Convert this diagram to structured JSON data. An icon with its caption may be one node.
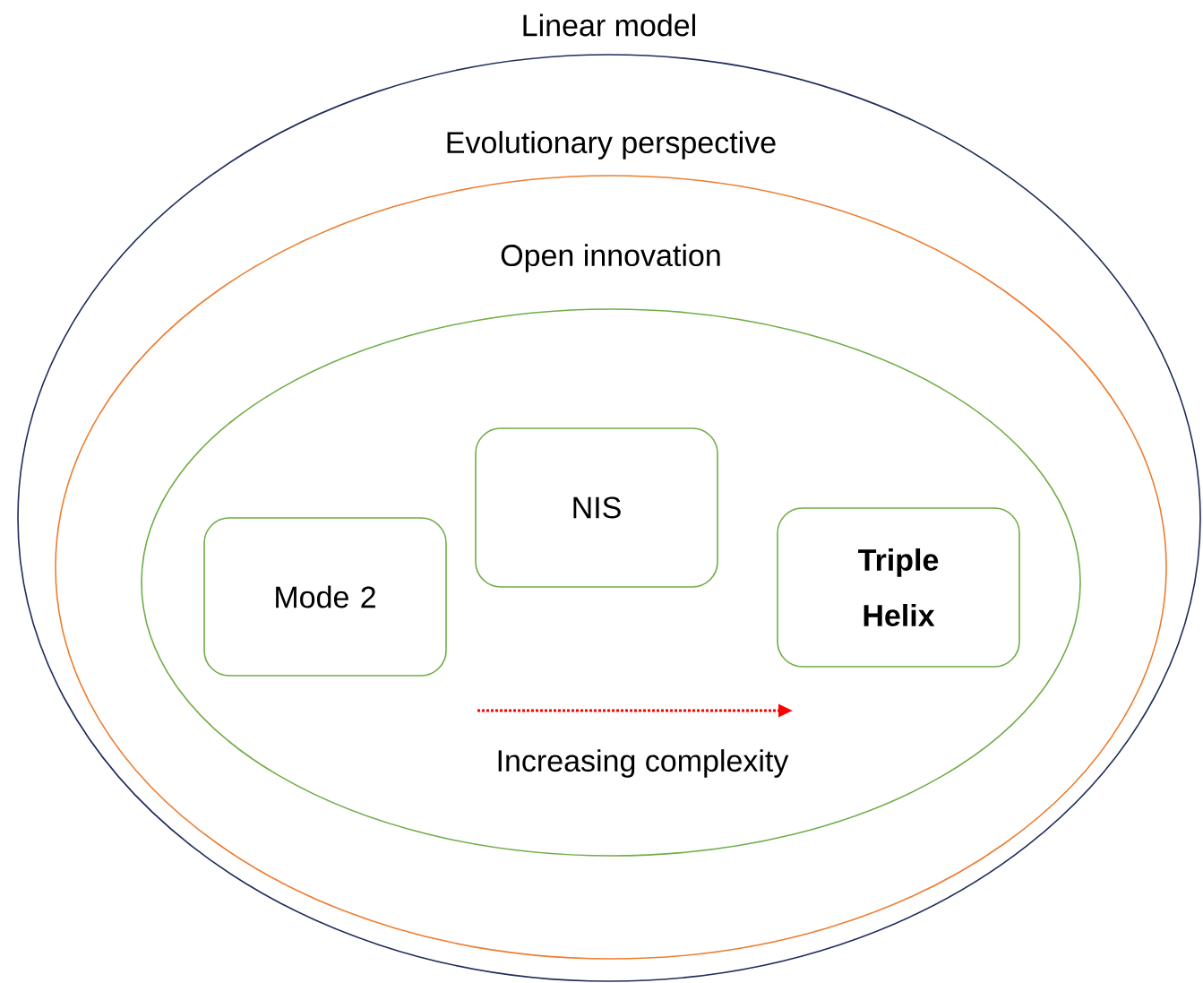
{
  "diagram": {
    "nodes": [
      {
        "text": [
          "Linear model"
        ]
      },
      {
        "text": [
          "Evolutionary perspective"
        ],
        "in": 0
      },
      {
        "text": [
          "Open innovation"
        ],
        "in": 1
      },
      {
        "text": [
          "Mode 2"
        ],
        "in": 2
      },
      {
        "text": [
          "NIS"
        ],
        "in": 2
      },
      {
        "text": [
          "Triple Helix"
        ],
        "in": 2
      }
    ],
    "edges": [],
    "labels": [
      "Increasing complexity"
    ]
  }
}
